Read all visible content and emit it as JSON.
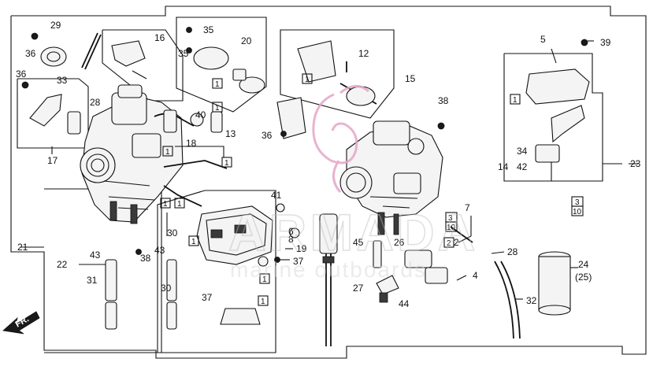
{
  "diagram": {
    "type": "exploded-parts-diagram",
    "subject": "carburetor assembly",
    "callouts": [
      "1",
      "2",
      "3",
      "4",
      "5",
      "6",
      "7",
      "8",
      "10",
      "12",
      "13",
      "14",
      "15",
      "16",
      "17",
      "18",
      "19",
      "20",
      "21",
      "22",
      "23",
      "24",
      "(25)",
      "26",
      "27",
      "28",
      "29",
      "30",
      "31",
      "32",
      "33",
      "34",
      "35",
      "36",
      "37",
      "38",
      "39",
      "40",
      "41",
      "42",
      "43",
      "44",
      "45"
    ],
    "front_arrow_label": "FR.",
    "watermark": {
      "brand": "ARMADA",
      "tagline": "marine outboards",
      "logo": "seahorse-logo",
      "color": "#e7a5c8"
    }
  }
}
